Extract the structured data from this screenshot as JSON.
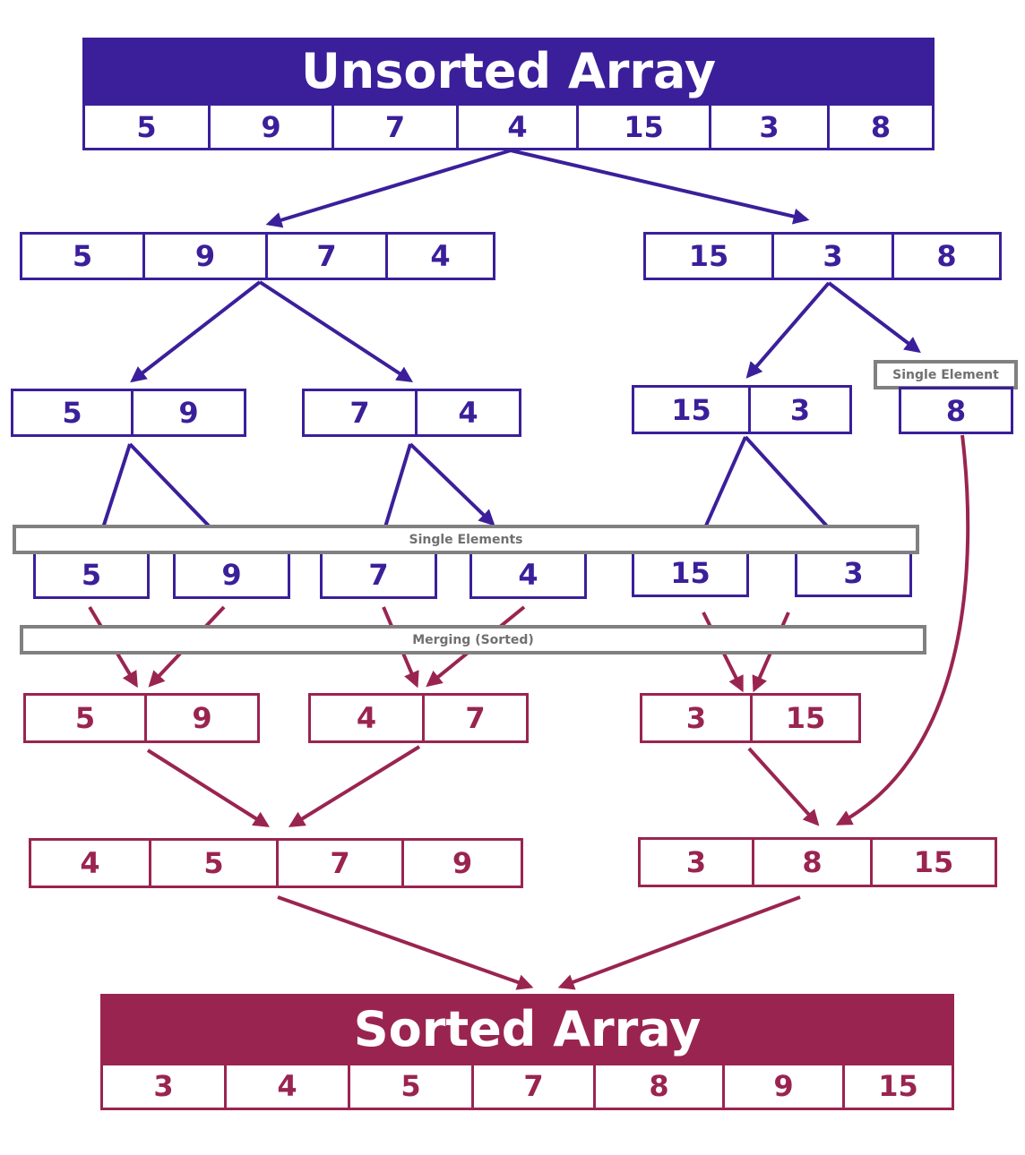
{
  "colors": {
    "split": "#3b1f9a",
    "merge": "#9a2450",
    "label_border": "#808080"
  },
  "unsorted": {
    "title": "Unsorted Array",
    "values": [
      "5",
      "9",
      "7",
      "4",
      "15",
      "3",
      "8"
    ]
  },
  "split1": {
    "left": [
      "5",
      "9",
      "7",
      "4"
    ],
    "right": [
      "15",
      "3",
      "8"
    ]
  },
  "split2": {
    "a": [
      "5",
      "9"
    ],
    "b": [
      "7",
      "4"
    ],
    "c": [
      "15",
      "3"
    ],
    "d": [
      "8"
    ]
  },
  "singles": [
    "5",
    "9",
    "7",
    "4",
    "15",
    "3"
  ],
  "merge1": {
    "a": [
      "5",
      "9"
    ],
    "b": [
      "4",
      "7"
    ],
    "c": [
      "3",
      "15"
    ]
  },
  "merge2": {
    "left": [
      "4",
      "5",
      "7",
      "9"
    ],
    "right": [
      "3",
      "8",
      "15"
    ]
  },
  "sorted": {
    "title": "Sorted Array",
    "values": [
      "3",
      "4",
      "5",
      "7",
      "8",
      "9",
      "15"
    ]
  },
  "labels": {
    "single_element": "Single Element",
    "single_elements": "Single Elements",
    "merging": "Merging (Sorted)"
  }
}
